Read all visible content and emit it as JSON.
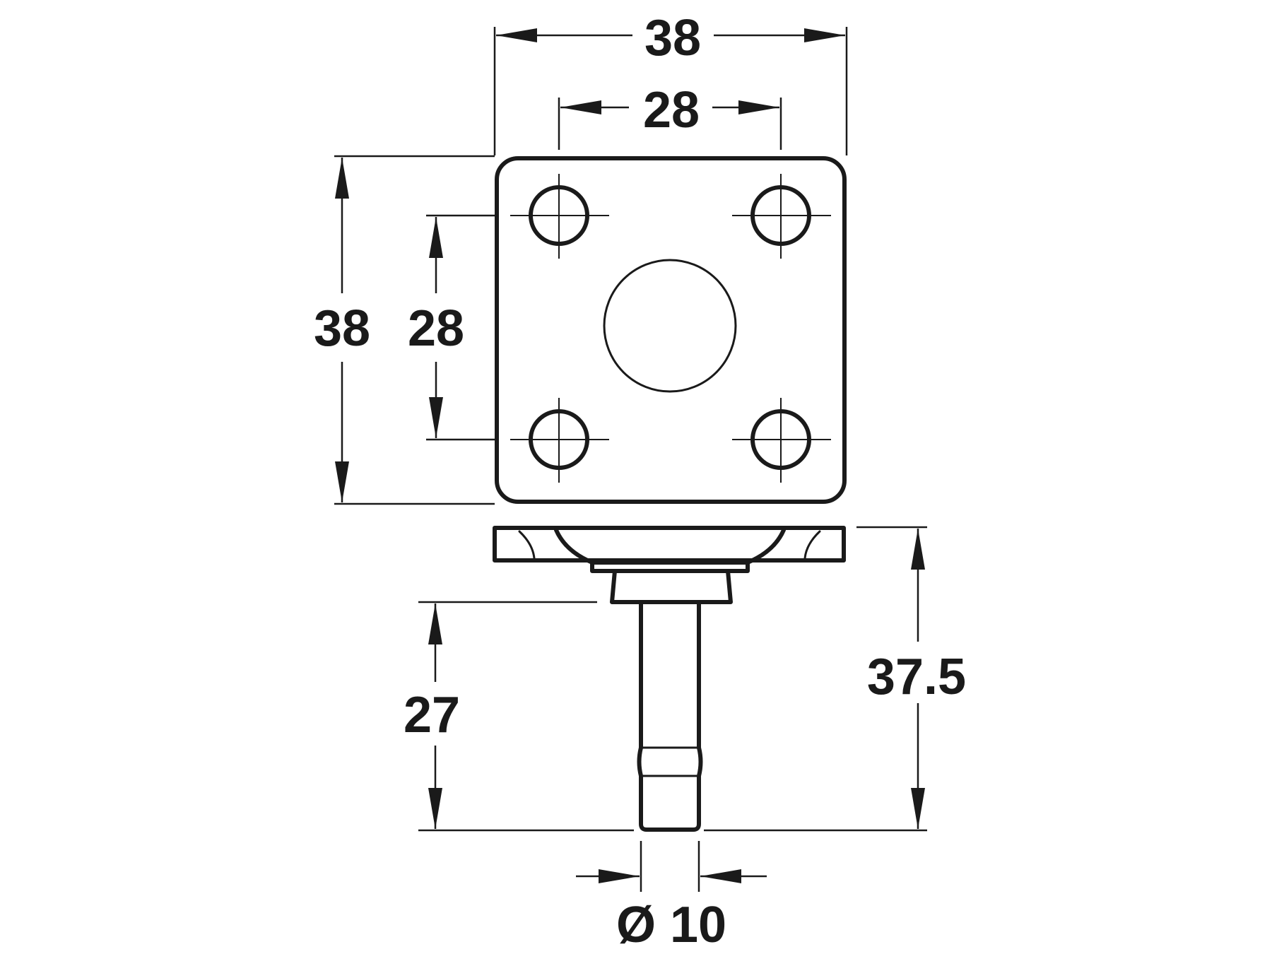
{
  "dimensions": {
    "top_overall_width": "38",
    "top_hole_spacing": "28",
    "left_overall_height": "38",
    "left_hole_spacing": "28",
    "side_total_height": "37.5",
    "pin_length": "27",
    "pin_diameter": "Ø 10"
  }
}
